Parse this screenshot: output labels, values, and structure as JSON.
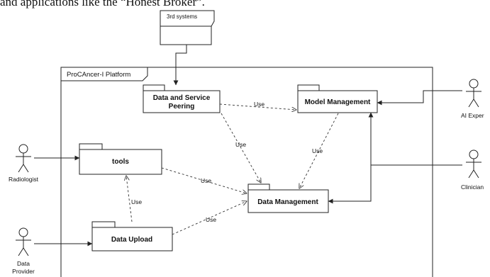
{
  "intro_text": "and applications like the “Honest Broker”.",
  "external_system": "3rd systems",
  "platform_frame": "ProCAncer-I Platform",
  "packages": {
    "peering_line1": "Data and Service",
    "peering_line2": "Peering",
    "model_management": "Model Management",
    "tools": "tools",
    "data_management": "Data Management",
    "data_upload": "Data Upload"
  },
  "actors": {
    "radiologist": "Radiologist",
    "data_provider_line1": "Data",
    "data_provider_line2": "Provider",
    "ai_expert": "AI Exper",
    "clinician": "Clinician"
  },
  "edge_label": "Use"
}
